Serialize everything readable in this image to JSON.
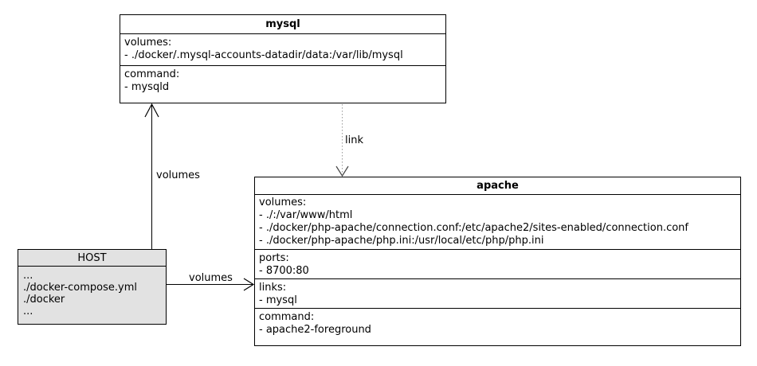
{
  "diagram": {
    "nodes": {
      "mysql": {
        "title": "mysql",
        "sections": [
          {
            "label": "volumes:",
            "items": [
              "- ./docker/.mysql-accounts-datadir/data:/var/lib/mysql"
            ]
          },
          {
            "label": "command:",
            "items": [
              "- mysqld"
            ]
          }
        ]
      },
      "apache": {
        "title": "apache",
        "sections": [
          {
            "label": "volumes:",
            "items": [
              "- ./:/var/www/html",
              "- ./docker/php-apache/connection.conf:/etc/apache2/sites-enabled/connection.conf",
              "- ./docker/php-apache/php.ini:/usr/local/etc/php/php.ini"
            ]
          },
          {
            "label": "ports:",
            "items": [
              "- 8700:80"
            ]
          },
          {
            "label": "links:",
            "items": [
              "- mysql"
            ]
          },
          {
            "label": "command:",
            "items": [
              "- apache2-foreground"
            ]
          }
        ]
      },
      "host": {
        "title": "HOST",
        "lines": [
          "...",
          "./docker-compose.yml",
          "./docker",
          "..."
        ]
      }
    },
    "edges": [
      {
        "from": "host",
        "to": "mysql",
        "label": "volumes",
        "style": "solid"
      },
      {
        "from": "mysql",
        "to": "apache",
        "label": "link",
        "style": "dotted"
      },
      {
        "from": "host",
        "to": "apache",
        "label": "volumes",
        "style": "solid"
      }
    ],
    "colors": {
      "node_background": "#ffffff",
      "host_background": "#e2e2e2",
      "border": "#000000",
      "text": "#000000",
      "dotted_edge": "#999999"
    }
  }
}
